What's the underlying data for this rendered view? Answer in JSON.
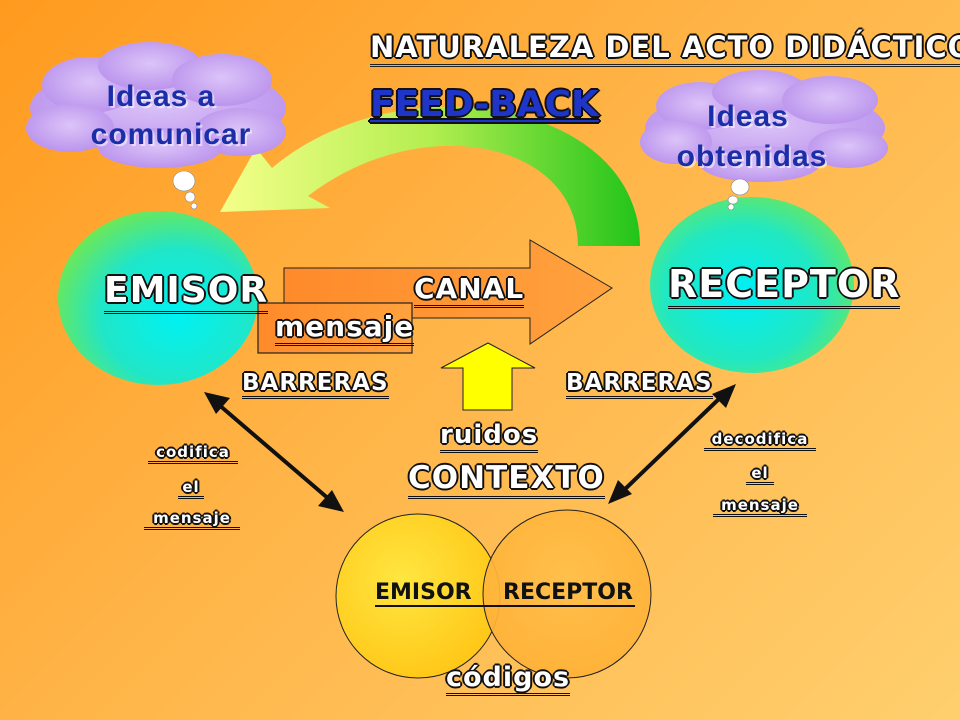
{
  "title": "NATURALEZA DEL ACTO DIDÁCTICO",
  "feedback": "FEED-BACK",
  "cloud_left": {
    "line1": "Ideas a",
    "line2": "comunicar"
  },
  "cloud_right": {
    "line1": "Ideas",
    "line2": "obtenidas"
  },
  "emisor": "EMISOR",
  "receptor": "RECEPTOR",
  "canal": "CANAL",
  "mensaje": "mensaje",
  "barreras_left": "BARRERAS",
  "barreras_right": "BARRERAS",
  "ruidos": "ruidos",
  "contexto": "CONTEXTO",
  "codifica": {
    "line1": "codifica",
    "line2": "el",
    "line3": "mensaje"
  },
  "decodifica": {
    "line1": "decodifica",
    "line2": "el",
    "line3": "mensaje"
  },
  "venn": {
    "left": "EMISOR",
    "right": "RECEPTOR"
  },
  "codigos": "códigos",
  "colors": {
    "background_start": "#ff9a1e",
    "background_end": "#ffcf6e",
    "cloud": "#c8a0f0",
    "cloud_text": "#1a2ea8",
    "emisor_circle": "#00e4f0",
    "receptor_circle": "#00f0e8",
    "feedback_arrow_start": "#f2ff80",
    "feedback_arrow_end": "#2ac81e",
    "canal_arrow": "#ff9436",
    "ruidos_arrow": "#ffff00",
    "venn_left": "#ffd21e",
    "venn_right": "#ffb838"
  }
}
